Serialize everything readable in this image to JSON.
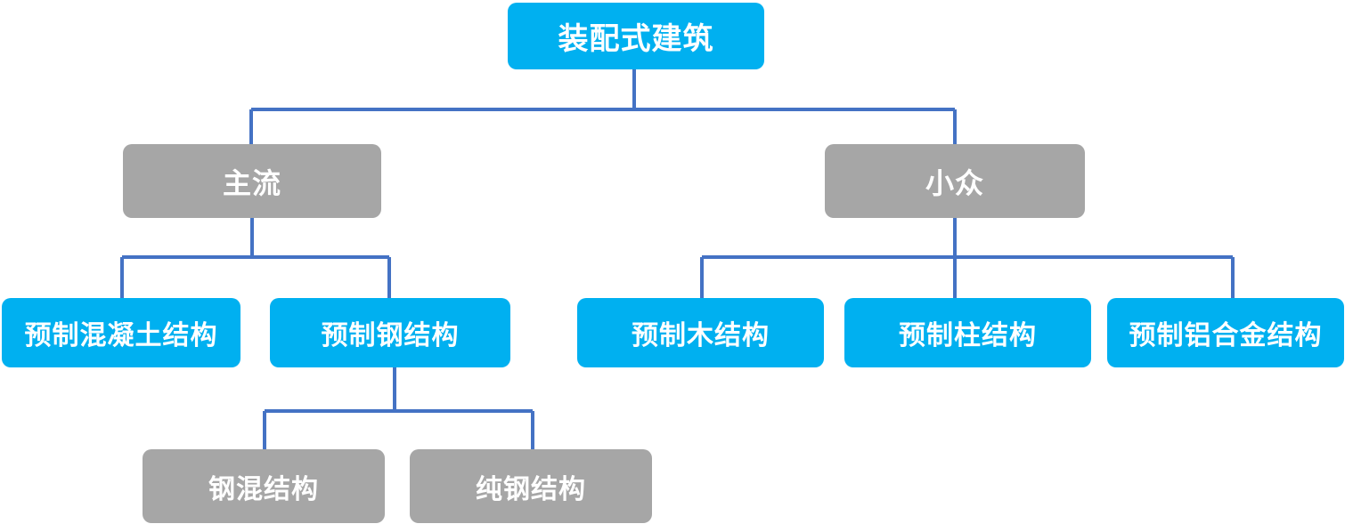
{
  "diagram": {
    "type": "org-chart",
    "colors": {
      "primary_node": "#00B0F0",
      "secondary_node": "#A6A6A6",
      "connector": "#4472C4",
      "node_text": "#FFFFFF",
      "background": "#FFFFFF"
    },
    "root": {
      "label": "装配式建筑",
      "children": [
        {
          "label": "主流",
          "children": [
            {
              "label": "预制混凝土结构"
            },
            {
              "label": "预制钢结构",
              "children": [
                {
                  "label": "钢混结构"
                },
                {
                  "label": "纯钢结构"
                }
              ]
            }
          ]
        },
        {
          "label": "小众",
          "children": [
            {
              "label": "预制木结构"
            },
            {
              "label": "预制柱结构"
            },
            {
              "label": "预制铝合金结构"
            }
          ]
        }
      ]
    }
  }
}
